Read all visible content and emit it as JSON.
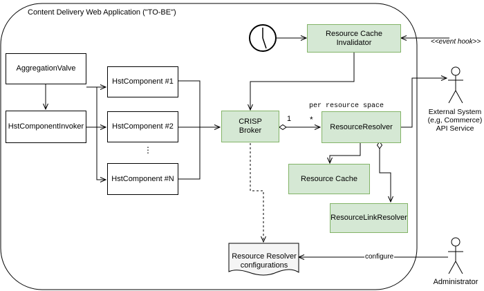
{
  "frame": {
    "title": "Content Delivery Web Application (\"TO-BE\")"
  },
  "nodes": {
    "aggregation_valve": "AggregationValve",
    "component_invoker": "HstComponentInvoker",
    "component_1": "HstComponent #1",
    "component_2": "HstComponent #2",
    "component_ellipsis": "⋮",
    "component_n": "HstComponent #N",
    "crisp_broker": "CRISP Broker",
    "cache_invalidator": "Resource Cache Invalidator",
    "resource_resolver": "ResourceResolver",
    "resource_cache": "Resource Cache",
    "resource_link_resolver": "ResourceLinkResolver",
    "resolver_configs": "Resource Resolver configurations"
  },
  "labels": {
    "per_resource_space": "per resource space",
    "mult_one": "1",
    "mult_many": "*",
    "event_hook": "<<event hook>>",
    "configure": "configure"
  },
  "actors": {
    "external_system": "External System (e,g, Commerce) API Service",
    "administrator": "Administrator"
  },
  "colors": {
    "green_fill": "#d5e8d4",
    "green_stroke": "#82b366",
    "note_fill": "#f5f5f5"
  }
}
